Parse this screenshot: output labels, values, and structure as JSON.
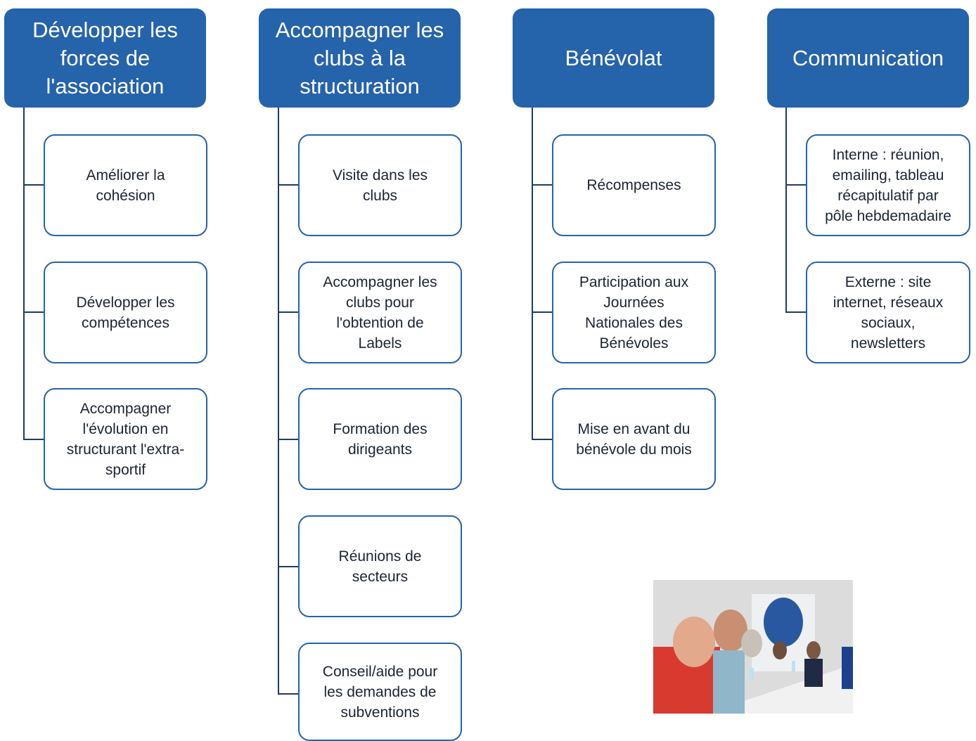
{
  "columns": [
    {
      "title": "Développer les\nforces de\nl'association",
      "items": [
        "Améliorer la\ncohésion",
        "Développer les\ncompétences",
        "Accompagner\nl'évolution en\nstructurant l'extra-\nsportif"
      ]
    },
    {
      "title": "Accompagner les\nclubs à la\nstructuration",
      "items": [
        "Visite dans les\nclubs",
        "Accompagner les\nclubs pour\nl'obtention de\nLabels",
        "Formation des\ndirigeants",
        "Réunions de\nsecteurs",
        "Conseil/aide pour\nles demandes de\nsubventions"
      ]
    },
    {
      "title": "Bénévolat",
      "items": [
        "Récompenses",
        "Participation aux\nJournées\nNationales des\nBénévoles",
        "Mise en avant du\nbénévole du mois"
      ]
    },
    {
      "title": "Communication",
      "items": [
        "Interne : réunion,\nemailing, tableau\nrécapitulatif par\npôle hebdemadaire",
        "Externe : site\ninternet, réseaux\nsociaux,\nnewsletters"
      ]
    }
  ],
  "colors": {
    "header_fill": "#2563ab",
    "box_border": "#2563ab",
    "connector": "#1f3b63"
  },
  "photo": {
    "description_icon": "meeting-photo"
  }
}
